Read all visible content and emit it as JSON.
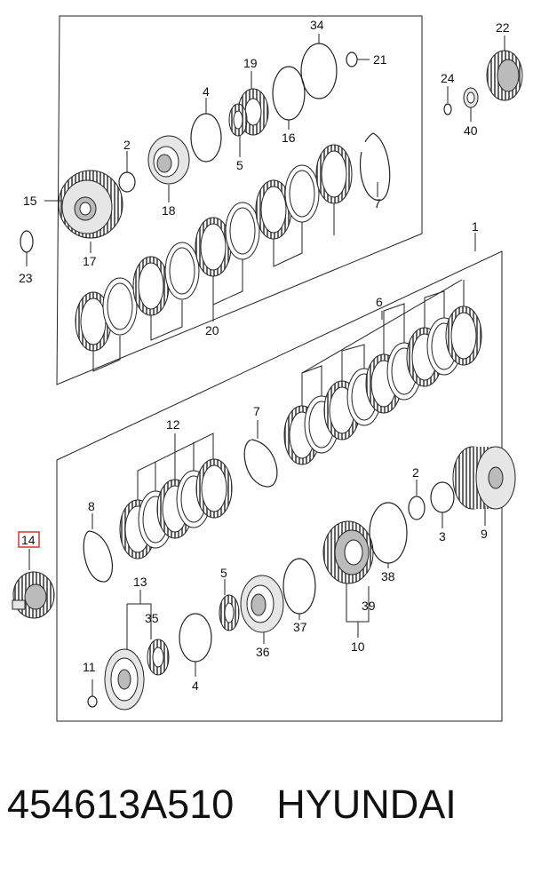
{
  "labels": {
    "l1": "1",
    "l2a": "2",
    "l2b": "2",
    "l3": "3",
    "l4a": "4",
    "l4b": "4",
    "l5a": "5",
    "l5b": "5",
    "l6": "6",
    "l7a": "7",
    "l7b": "7",
    "l8": "8",
    "l9": "9",
    "l10": "10",
    "l11": "11",
    "l12": "12",
    "l13": "13",
    "l14": "14",
    "l15": "15",
    "l16": "16",
    "l17": "17",
    "l18": "18",
    "l19": "19",
    "l20": "20",
    "l21": "21",
    "l22": "22",
    "l23": "23",
    "l24": "24",
    "l34": "34",
    "l35": "35",
    "l36": "36",
    "l37": "37",
    "l38": "38",
    "l39": "39",
    "l40": "40"
  },
  "highlight_color": "#e03030",
  "footer": {
    "part_number": "454613A510",
    "brand": "HYUNDAI"
  }
}
